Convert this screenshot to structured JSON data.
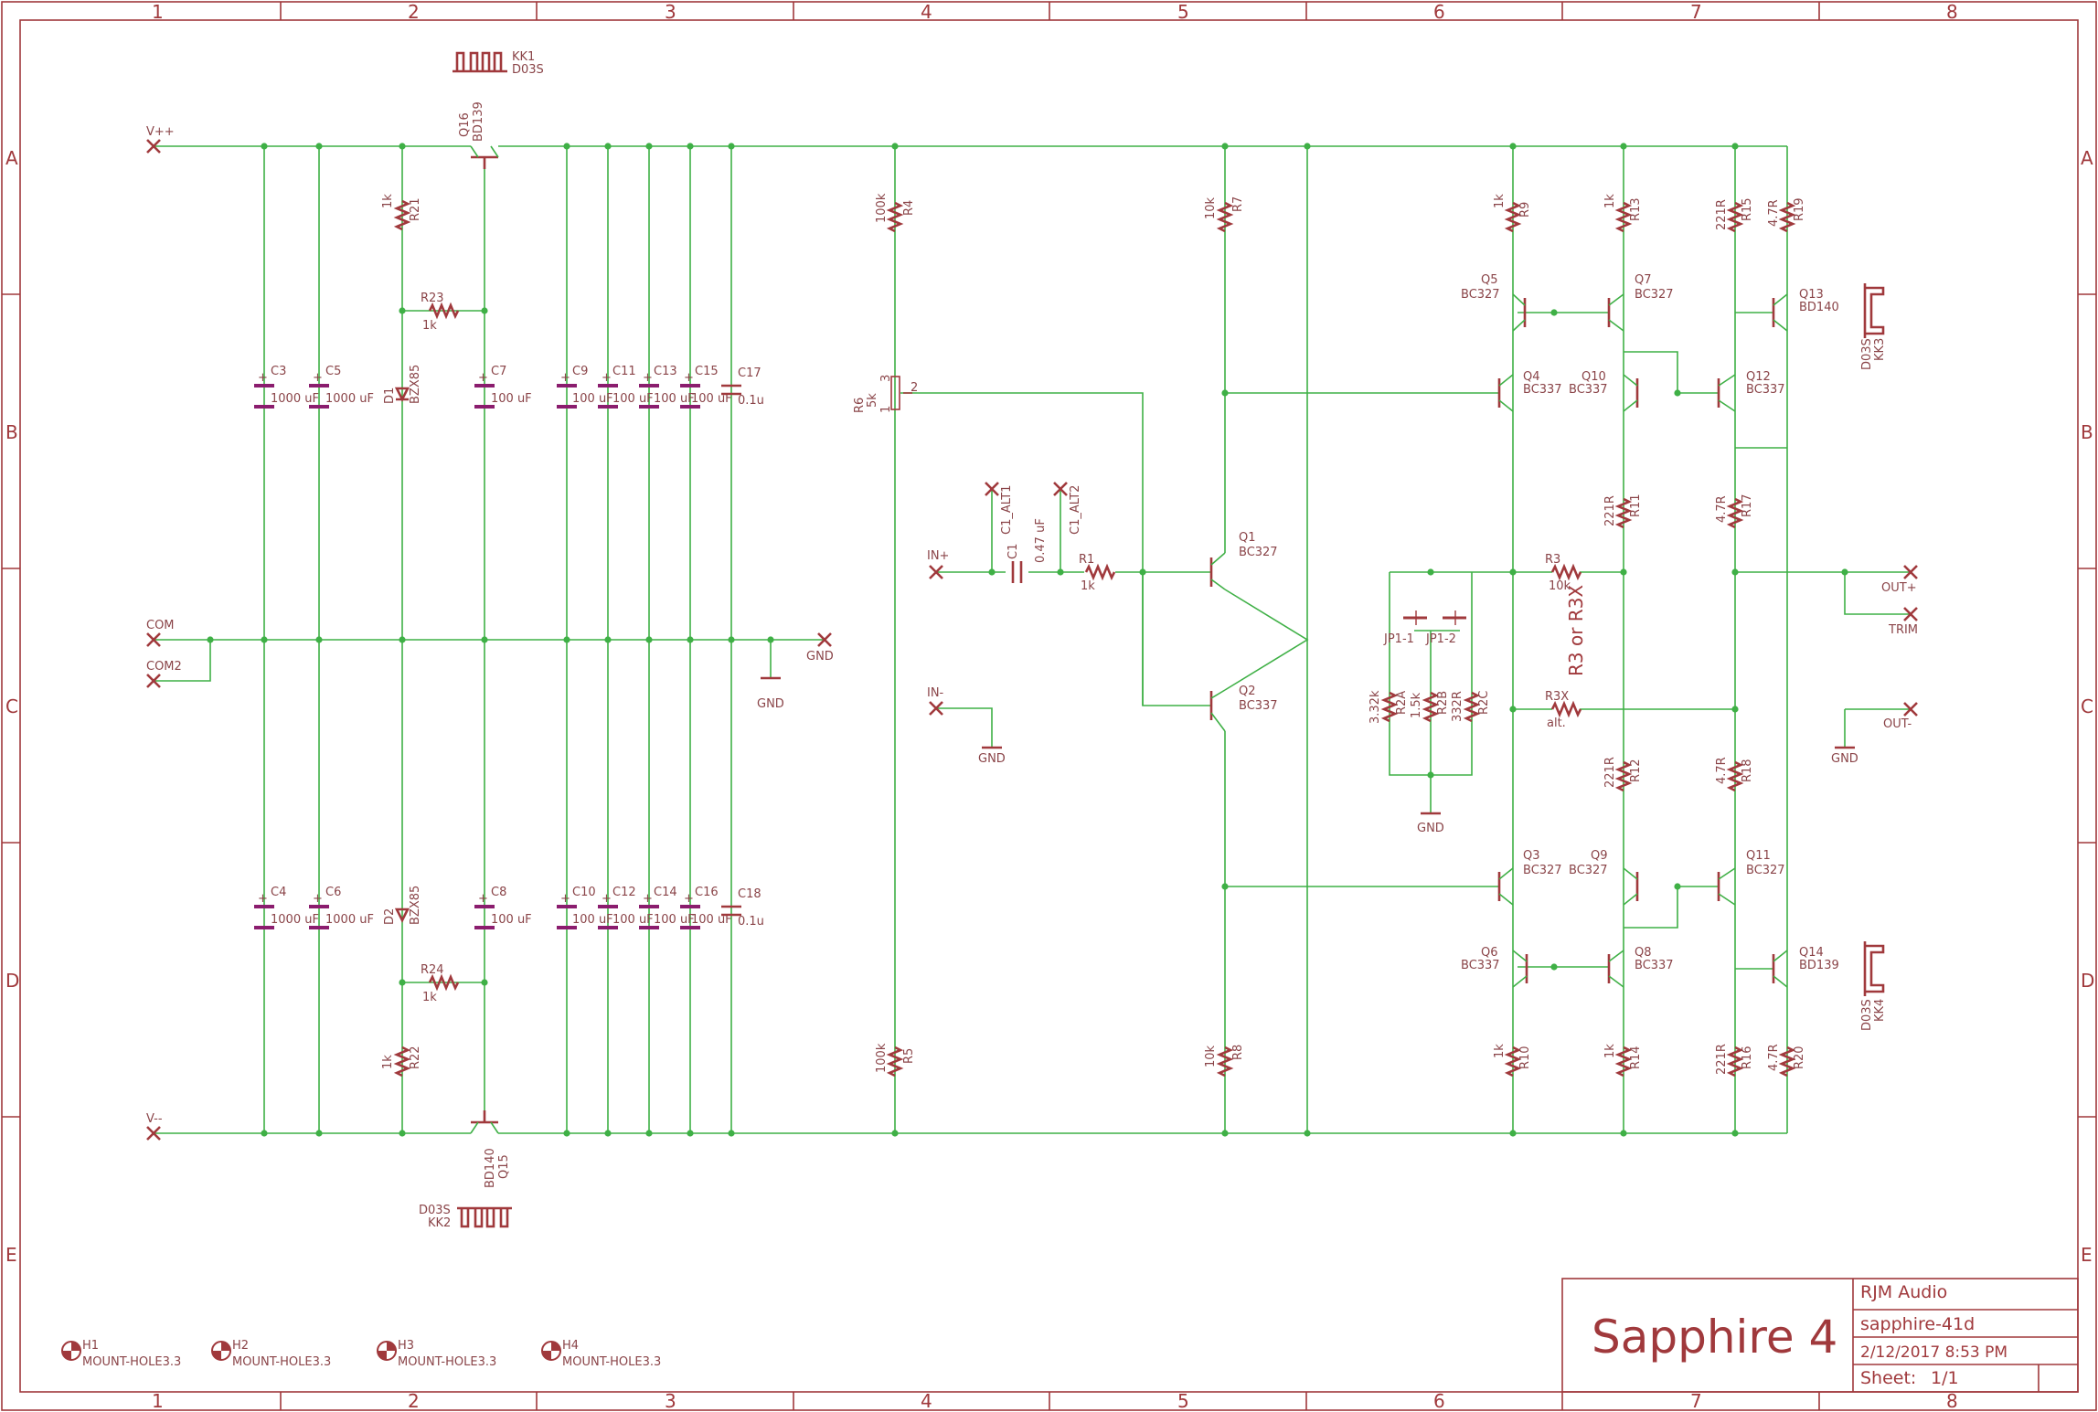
{
  "border": {
    "columns": [
      "1",
      "2",
      "3",
      "4",
      "5",
      "6",
      "7",
      "8"
    ],
    "rows": [
      "A",
      "B",
      "C",
      "D",
      "E"
    ]
  },
  "title_block": {
    "company": "RJM Audio",
    "title": "Sapphire 4",
    "file": "sapphire-41d",
    "date": "2/12/2017 8:53 PM",
    "sheet_label": "Sheet:",
    "sheet_value": "1/1"
  },
  "ports": {
    "vpp": "V++",
    "vmm": "V--",
    "com": "COM",
    "com2": "COM2",
    "gnd": "GND",
    "inp": "IN+",
    "inm": "IN-",
    "outp": "OUT+",
    "outm": "OUT-",
    "trim": "TRIM",
    "c1alt1": "C1_ALT1",
    "c1alt2": "C1_ALT2"
  },
  "gnd_symbols": {
    "label": "GND"
  },
  "heatsinks": {
    "kk1": [
      "KK1",
      "D03S"
    ],
    "kk2": [
      "D03S",
      "KK2"
    ],
    "kk3": [
      "D03S",
      "KK3"
    ],
    "kk4": [
      "D03S",
      "KK4"
    ]
  },
  "supply_caps": [
    {
      "name": "C3",
      "value": "1000 uF"
    },
    {
      "name": "C5",
      "value": "1000 uF"
    },
    {
      "name": "C7",
      "value": "100 uF"
    },
    {
      "name": "C9",
      "value": "100 uF"
    },
    {
      "name": "C11",
      "value": "100 uF"
    },
    {
      "name": "C13",
      "value": "100 uF"
    },
    {
      "name": "C15",
      "value": "100 uF"
    },
    {
      "name": "C17",
      "value": "0.1u"
    },
    {
      "name": "C4",
      "value": "1000 uF"
    },
    {
      "name": "C6",
      "value": "1000 uF"
    },
    {
      "name": "C8",
      "value": "100 uF"
    },
    {
      "name": "C10",
      "value": "100 uF"
    },
    {
      "name": "C12",
      "value": "100 uF"
    },
    {
      "name": "C14",
      "value": "100 uF"
    },
    {
      "name": "C16",
      "value": "100 uF"
    },
    {
      "name": "C18",
      "value": "0.1u"
    }
  ],
  "resistors": {
    "r21": [
      "1k",
      "R21"
    ],
    "r22": [
      "1k",
      "R22"
    ],
    "r23": [
      "R23",
      "1k"
    ],
    "r24": [
      "R24",
      "1k"
    ],
    "r4": [
      "100k",
      "R4"
    ],
    "r5": [
      "100k",
      "R5"
    ],
    "r7": [
      "10k",
      "R7"
    ],
    "r8": [
      "10k",
      "R8"
    ],
    "r1": [
      "R1",
      "1k"
    ],
    "r9": [
      "1k",
      "R9"
    ],
    "r13": [
      "1k",
      "R13"
    ],
    "r15": [
      "221R",
      "R15"
    ],
    "r19": [
      "4.7R",
      "R19"
    ],
    "r11": [
      "221R",
      "R11"
    ],
    "r17": [
      "4.7R",
      "R17"
    ],
    "r12": [
      "221R",
      "R12"
    ],
    "r18": [
      "4.7R",
      "R18"
    ],
    "r10": [
      "1k",
      "R10"
    ],
    "r14": [
      "1k",
      "R14"
    ],
    "r16": [
      "221R",
      "R16"
    ],
    "r20": [
      "4.7R",
      "R20"
    ],
    "r3": [
      "R3",
      "10k"
    ],
    "r3x": [
      "R3X",
      "alt."
    ],
    "r2a": [
      "3.32k",
      "R2A"
    ],
    "r2b": [
      "1.5k",
      "R2B"
    ],
    "r2c": [
      "332R",
      "R2C"
    ],
    "r6": [
      "R6",
      "5k"
    ]
  },
  "r6_pins": [
    "3",
    "2",
    "1"
  ],
  "r3_note": "R3 or R3X",
  "c1": [
    "C1",
    "0.47 uF"
  ],
  "jumpers": [
    "JP1-1",
    "JP1-2"
  ],
  "diodes": {
    "d1": [
      "D1",
      "BZX85"
    ],
    "d2": [
      "D2",
      "BZX85"
    ]
  },
  "transistors": {
    "q16": [
      "Q16",
      "BD139"
    ],
    "q15": [
      "BD140",
      "Q15"
    ],
    "q1": [
      "Q1",
      "BC327"
    ],
    "q2": [
      "Q2",
      "BC337"
    ],
    "q5": [
      "Q5",
      "BC327"
    ],
    "q7": [
      "Q7",
      "BC327"
    ],
    "q13": [
      "Q13",
      "BD140"
    ],
    "q4": [
      "Q4",
      "BC337"
    ],
    "q10": [
      "Q10",
      "BC337"
    ],
    "q12": [
      "Q12",
      "BC337"
    ],
    "q3": [
      "Q3",
      "BC327"
    ],
    "q9": [
      "Q9",
      "BC327"
    ],
    "q11": [
      "Q11",
      "BC327"
    ],
    "q6": [
      "Q6",
      "BC337"
    ],
    "q8": [
      "Q8",
      "BC337"
    ],
    "q14": [
      "Q14",
      "BD139"
    ]
  },
  "mount_holes": [
    {
      "name": "H1",
      "value": "MOUNT-HOLE3.3"
    },
    {
      "name": "H2",
      "value": "MOUNT-HOLE3.3"
    },
    {
      "name": "H3",
      "value": "MOUNT-HOLE3.3"
    },
    {
      "name": "H4",
      "value": "MOUNT-HOLE3.3"
    }
  ]
}
